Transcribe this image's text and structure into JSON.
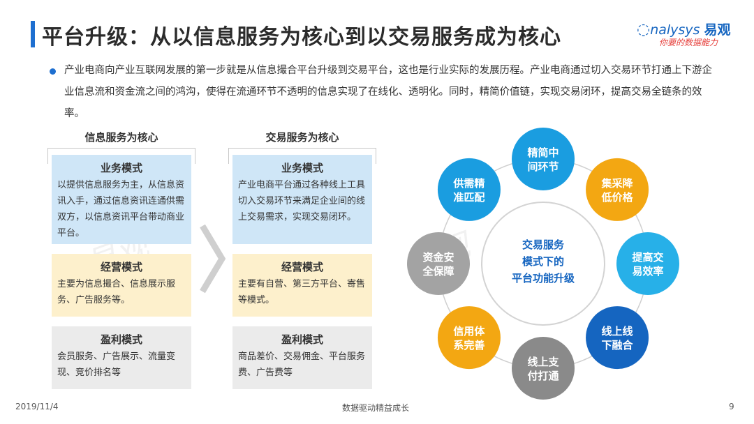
{
  "header": {
    "title": "平台升级：从以信息服务为核心到以交易服务成为核心",
    "logo_brand": "nalysys",
    "logo_cn": "易观",
    "logo_tagline": "你要的数据能力"
  },
  "intro": "产业电商向产业互联网发展的第一步就是从信息撮合平台升级到交易平台，这也是行业实际的发展历程。产业电商通过切入交易环节打通上下游企业信息流和资金流之间的鸿沟，使得在流通环节不透明的信息实现了在线化、透明化。同时，精简价值链，实现交易闭环，提高交易全链条的效率。",
  "left_column": {
    "heading": "信息服务为核心",
    "boxes": [
      {
        "title": "业务模式",
        "body": "以提供信息服务为主，从信息资讯入手，通过信息资讯连通供需双方，以信息资讯平台带动商业平台。"
      },
      {
        "title": "经营模式",
        "body": "主要为信息撮合、信息展示服务、广告服务等。"
      },
      {
        "title": "盈利模式",
        "body": "会员服务、广告展示、流量变现、竞价排名等"
      }
    ]
  },
  "right_column": {
    "heading": "交易服务为核心",
    "boxes": [
      {
        "title": "业务模式",
        "body": "产业电商平台通过各种线上工具切入交易环节来满足企业间的线上交易需求，实现交易闭环。"
      },
      {
        "title": "经营模式",
        "body": "主要有自营、第三方平台、寄售等模式。"
      },
      {
        "title": "盈利模式",
        "body": "商品差价、交易佣金、平台服务费、广告费等"
      }
    ]
  },
  "cycle": {
    "center": [
      "交易服务",
      "模式下的",
      "平台功能升级"
    ],
    "nodes": [
      {
        "lines": [
          "精简中",
          "间环节"
        ],
        "color": "#1a9de0"
      },
      {
        "lines": [
          "集采降",
          "低价格"
        ],
        "color": "#f3a712"
      },
      {
        "lines": [
          "提高交",
          "易效率"
        ],
        "color": "#27b0e8"
      },
      {
        "lines": [
          "线上线",
          "下融合"
        ],
        "color": "#1565c0"
      },
      {
        "lines": [
          "线上支",
          "付打通"
        ],
        "color": "#8a8a8a"
      },
      {
        "lines": [
          "信用体",
          "系完善"
        ],
        "color": "#f3a712"
      },
      {
        "lines": [
          "资金安",
          "全保障"
        ],
        "color": "#a3a3a3"
      },
      {
        "lines": [
          "供需精",
          "准匹配"
        ],
        "color": "#1a9de0"
      }
    ]
  },
  "footer": {
    "date": "2019/11/4",
    "slogan": "数据驱动精益成长",
    "page": "9"
  }
}
